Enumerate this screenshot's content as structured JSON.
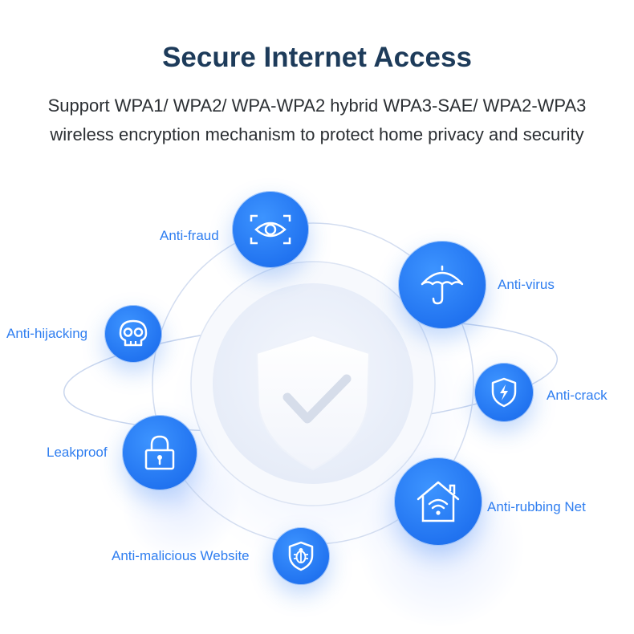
{
  "header": {
    "title": "Secure Internet Access",
    "subtitle_line1": "Support WPA1/ WPA2/ WPA-WPA2 hybrid WPA3-SAE/ WPA2-WPA3",
    "subtitle_line2": "wireless encryption mechanism to protect home privacy and security"
  },
  "features": {
    "anti_fraud": {
      "label": "Anti-fraud",
      "icon": "eye-scan-icon"
    },
    "anti_virus": {
      "label": "Anti-virus",
      "icon": "umbrella-icon"
    },
    "anti_hijacking": {
      "label": "Anti-hijacking",
      "icon": "skull-icon"
    },
    "anti_crack": {
      "label": "Anti-crack",
      "icon": "shield-lightning-icon"
    },
    "leakproof": {
      "label": "Leakproof",
      "icon": "padlock-icon"
    },
    "anti_rubbing_net": {
      "label": "Anti-rubbing Net",
      "icon": "home-wifi-icon"
    },
    "anti_malicious_website": {
      "label": "Anti-malicious Website",
      "icon": "shield-bug-icon"
    }
  },
  "center": {
    "icon": "shield-check-icon"
  },
  "colors": {
    "accent": "#2173f0",
    "label": "#2f7ef0",
    "title": "#1d3b5a",
    "ring": "#c9d6ee"
  }
}
